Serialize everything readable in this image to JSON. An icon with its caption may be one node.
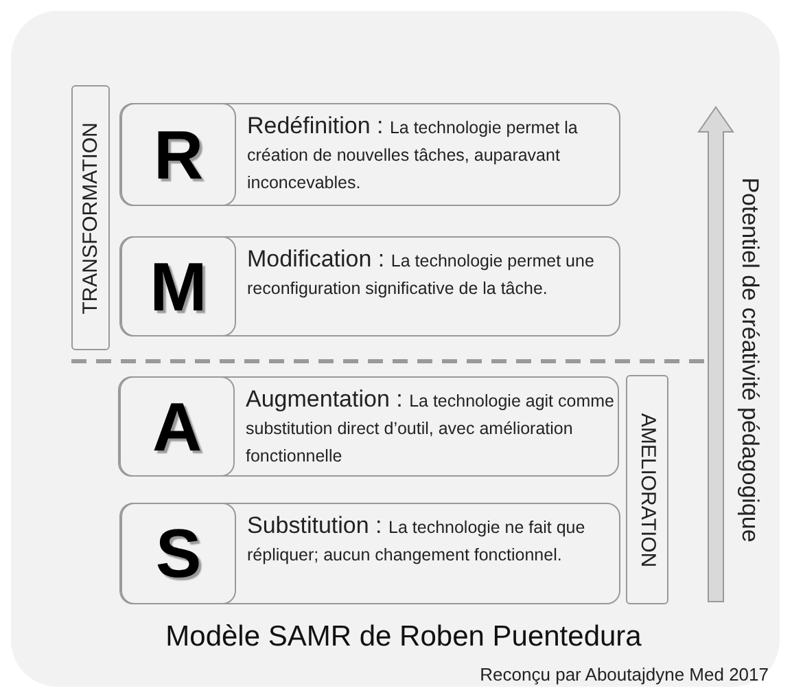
{
  "diagram": {
    "caption": "Modèle SAMR de Roben Puentedura",
    "nodes": [
      {
        "text": [
          "TRANSFORMATION"
        ]
      },
      {
        "text": [
          "Redéfinition :",
          "La technologie permet la création de nouvelles tâches, auparavant inconcevables."
        ]
      },
      {
        "text": [
          "R"
        ],
        "in": 1
      },
      {
        "text": [
          "Modification :",
          "La technologie permet une reconfiguration significative de la tâche."
        ]
      },
      {
        "text": [
          "M"
        ],
        "in": 3
      },
      {
        "text": [
          "Augmentation :",
          "La technologie agit comme substitution direct d’outil, avec amélioration fonctionnelle"
        ]
      },
      {
        "text": [
          "A"
        ],
        "in": 5
      },
      {
        "text": [
          "AMELIORATION"
        ]
      },
      {
        "text": [
          "Substitution :",
          "La technologie ne fait que répliquer; aucun changement fonctionnel."
        ]
      },
      {
        "text": [
          "S"
        ],
        "in": 8
      }
    ],
    "labels": [
      "Potentiel de créativité pédagogique",
      "Reconçu par Aboutajdyne Med 2017"
    ]
  }
}
